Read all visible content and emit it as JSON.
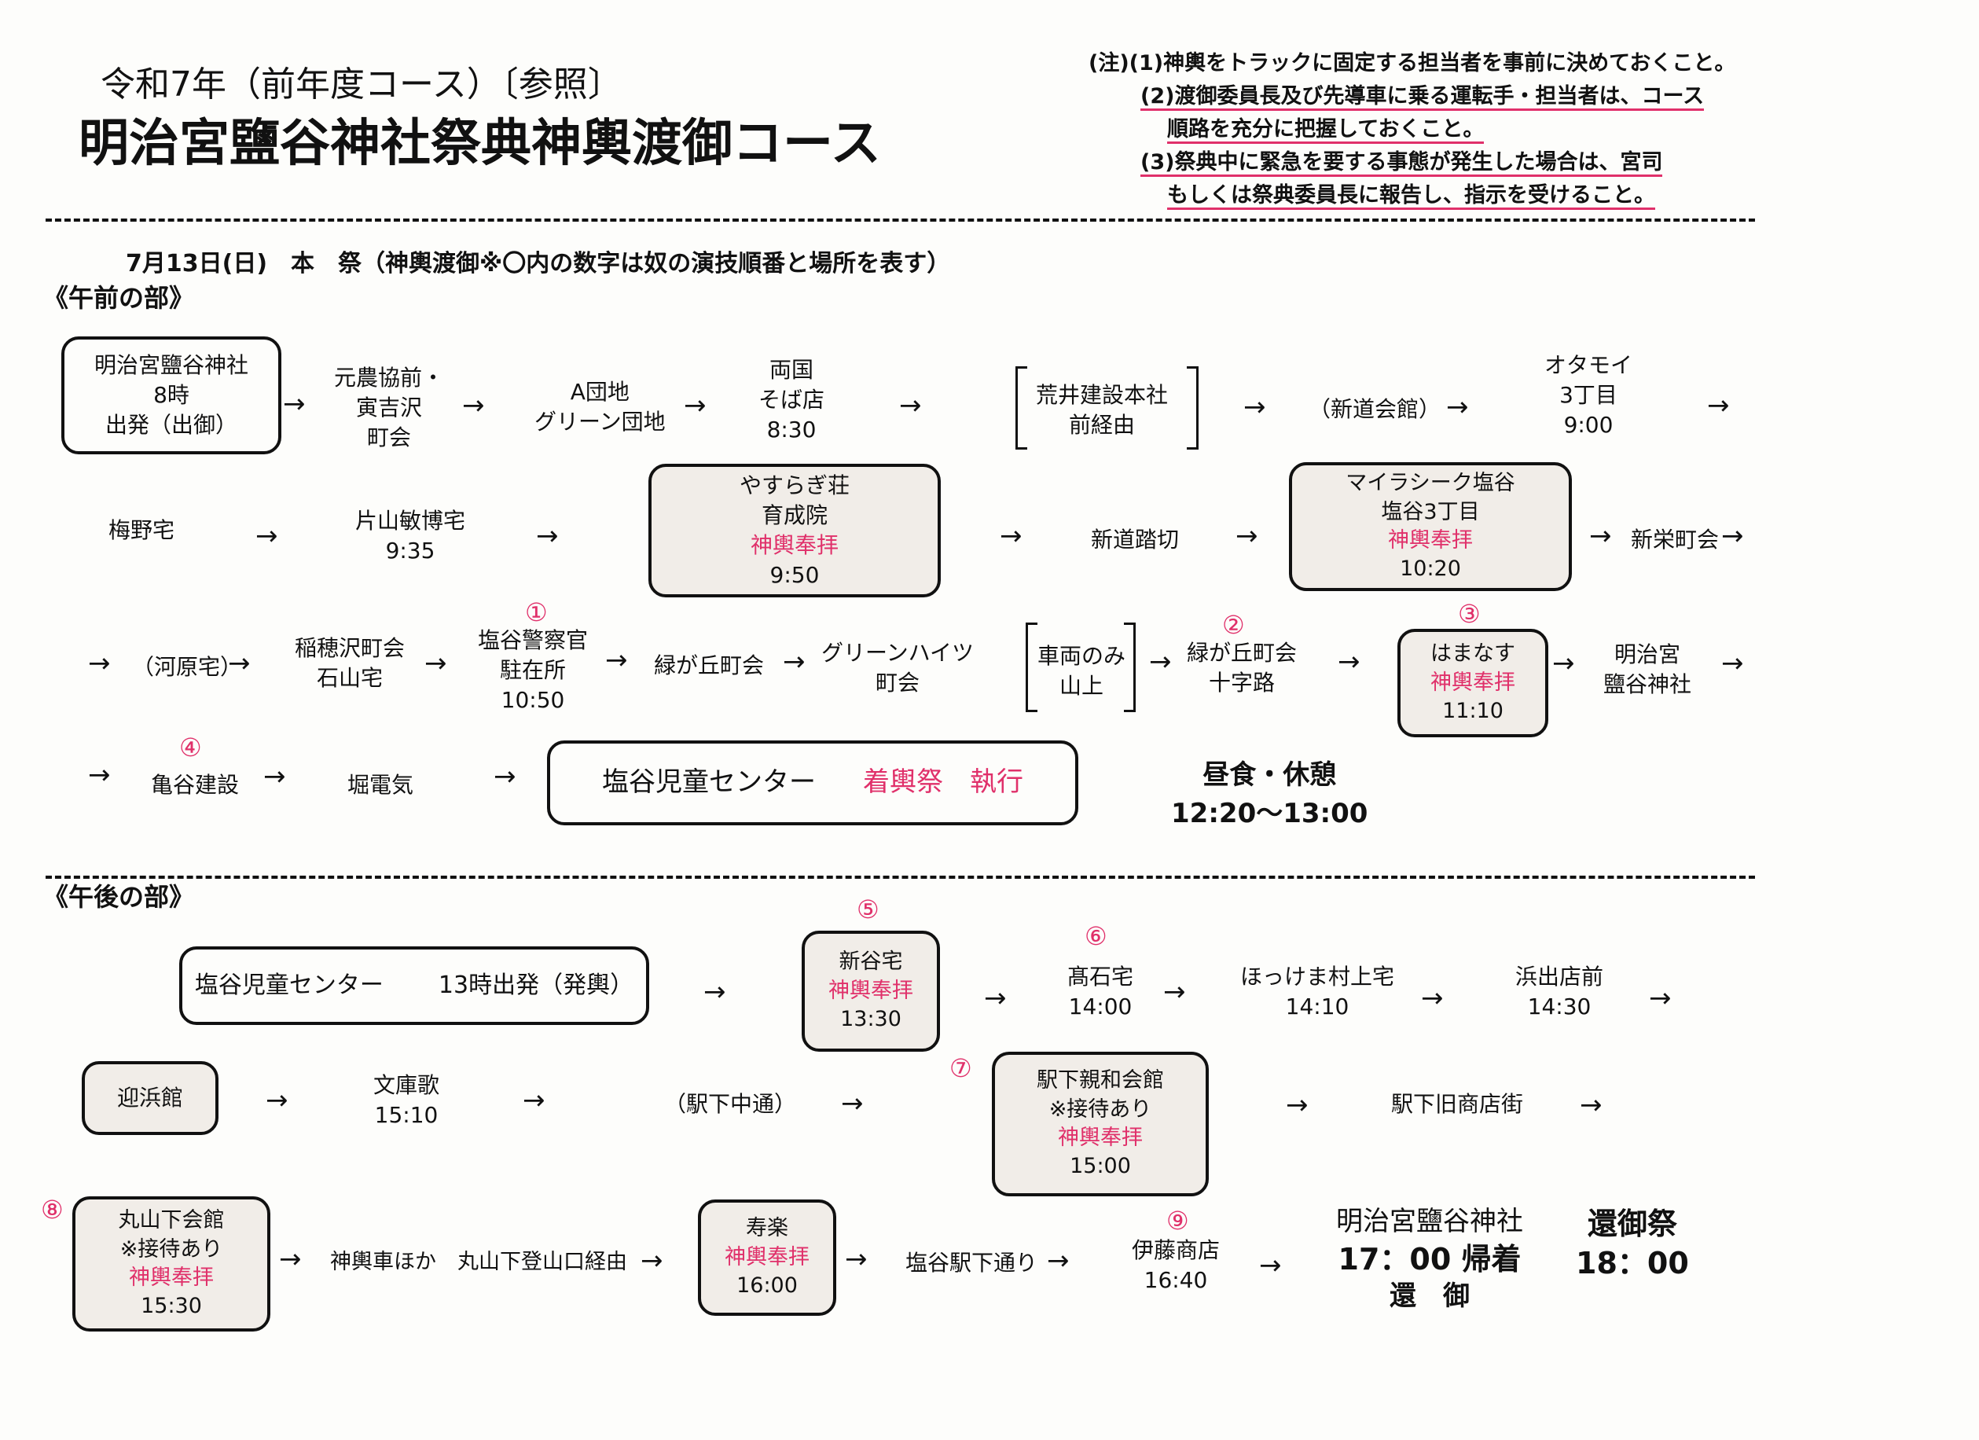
{
  "header": {
    "subtitle": "令和7年（前年度コース）〔参照〕",
    "title": "明治宮鹽谷神社祭典神輿渡御コース"
  },
  "notes": {
    "n1": "(注)(1)神輿をトラックに固定する担当者を事前に決めておくこと。",
    "n2a": "(2)渡御委員長及び先導車に乗る運転手・担当者は、コース",
    "n2b": "順路を充分に把握しておくこと。",
    "n3a": "(3)祭典中に緊急を要する事態が発生した場合は、宮司",
    "n3b": "もしくは祭典委員長に報告し、指示を受けること。"
  },
  "date_line": "7月13日(日)　本　祭（神輿渡御※〇内の数字は奴の演技順番と場所を表す）",
  "morning": {
    "heading": "《午前の部》",
    "start": {
      "l1": "明治宮鹽谷神社",
      "l2": "8時",
      "l3": "出発（出御）"
    },
    "s1": {
      "l1": "元農協前・",
      "l2": "寅吉沢",
      "l3": "町会"
    },
    "s2": {
      "l1": "A団地",
      "l2": "グリーン団地"
    },
    "s3": {
      "l1": "両国",
      "l2": "そば店",
      "l3": "8:30"
    },
    "s4": {
      "l1": "荒井建設本社",
      "l2": "前経由"
    },
    "s5": "（新道会館）",
    "s6": {
      "l1": "オタモイ",
      "l2": "3丁目",
      "l3": "9:00"
    },
    "s7": "梅野宅",
    "s8": {
      "l1": "片山敏博宅",
      "l2": "9:35"
    },
    "s9": {
      "l1": "やすらぎ荘",
      "l2": "育成院",
      "l3": "神輿奉拝",
      "l4": "9:50"
    },
    "s10": "新道踏切",
    "s11": {
      "l1": "マイラシーク塩谷",
      "l2": "塩谷3丁目",
      "l3": "神輿奉拝",
      "l4": "10:20"
    },
    "s12": "新栄町会",
    "s13": "（河原宅）",
    "s14": {
      "l1": "稲穂沢町会",
      "l2": "石山宅"
    },
    "s15": {
      "num": "①",
      "l1": "塩谷警察官",
      "l2": "駐在所",
      "l3": "10:50"
    },
    "s16": "緑が丘町会",
    "s17": {
      "l1": "グリーンハイツ",
      "l2": "町会"
    },
    "s18": {
      "l1": "車両のみ",
      "l2": "山上"
    },
    "s19": {
      "num": "②",
      "l1": "緑が丘町会",
      "l2": "十字路"
    },
    "s20": {
      "num": "③",
      "l1": "はまなす",
      "l2": "神輿奉拝",
      "l3": "11:10"
    },
    "s21": {
      "l1": "明治宮",
      "l2": "鹽谷神社"
    },
    "s22": {
      "num": "④",
      "l1": "亀谷建設"
    },
    "s23": "堀電気",
    "center": {
      "name": "塩谷児童センター",
      "event": "着輿祭　執行"
    },
    "lunch": {
      "l1": "昼食・休憩",
      "l2": "12:20〜13:00"
    }
  },
  "afternoon": {
    "heading": "《午後の部》",
    "start": {
      "name": "塩谷児童センター",
      "time": "13時出発（発輿）"
    },
    "a1": {
      "num": "⑤",
      "l1": "新谷宅",
      "l2": "神輿奉拝",
      "l3": "13:30"
    },
    "a2": {
      "num": "⑥",
      "l1": "髙石宅",
      "l2": "14:00"
    },
    "a3": {
      "l1": "ほっけま村上宅",
      "l2": "14:10"
    },
    "a4": {
      "l1": "浜出店前",
      "l2": "14:30"
    },
    "a5": "迎浜館",
    "a6": {
      "l1": "文庫歌",
      "l2": "15:10"
    },
    "a7": "（駅下中通）",
    "a8": {
      "num": "⑦",
      "l1": "駅下親和会館",
      "l2": "※接待あり",
      "l3": "神輿奉拝",
      "l4": "15:00"
    },
    "a9": "駅下旧商店街",
    "a10": {
      "num": "⑧",
      "l1": "丸山下会館",
      "l2": "※接待あり",
      "l3": "神輿奉拝",
      "l4": "15:30"
    },
    "a11": "神輿車ほか　丸山下登山口経由",
    "a12": {
      "l1": "寿楽",
      "l2": "神輿奉拝",
      "l3": "16:00"
    },
    "a13": "塩谷駅下通り",
    "a14": {
      "num": "⑨",
      "l1": "伊藤商店",
      "l2": "16:40"
    },
    "end": {
      "l1": "明治宮鹽谷神社",
      "l2": "17：00 帰着",
      "l3": "還　御"
    },
    "final": {
      "l1": "還御祭",
      "l2": "18：00"
    }
  },
  "arrow": "→"
}
